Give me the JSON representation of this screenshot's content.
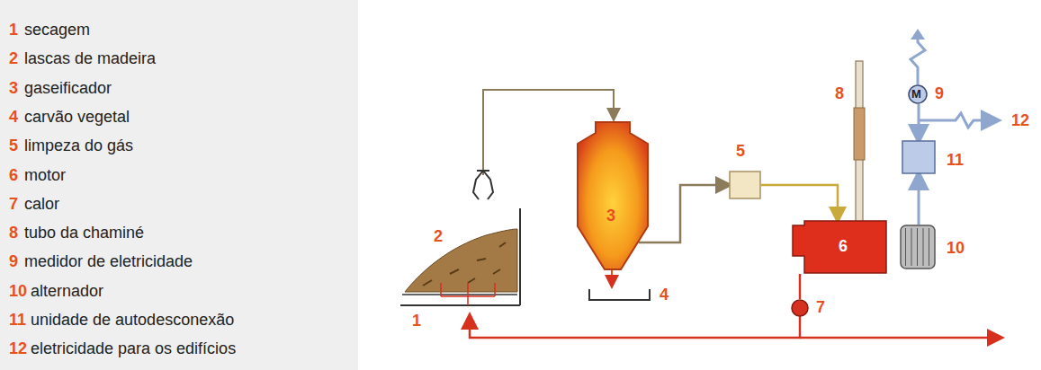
{
  "diagram": {
    "nodes": [
      {
        "text": [
          "3"
        ]
      },
      {
        "text": [
          "5"
        ]
      },
      {
        "text": [
          "6"
        ]
      },
      {
        "text": [
          "10"
        ]
      },
      {
        "text": [
          "11"
        ]
      },
      {
        "text": [
          "M",
          "9"
        ]
      },
      {
        "text": [
          "7"
        ]
      }
    ],
    "edges": [
      {
        "from": 0,
        "to": 1,
        "arrow": "to"
      },
      {
        "from": 1,
        "to": 2,
        "arrow": "to"
      },
      {
        "from": 2,
        "to": 6,
        "arrow": "none"
      },
      {
        "from": 3,
        "to": 4,
        "arrow": "to"
      },
      {
        "from": 5,
        "to": 4,
        "arrow": "to"
      }
    ],
    "labels": [
      "1",
      "secagem",
      "2",
      "lascas de madeira",
      "3",
      "gaseificador",
      "4",
      "carvão vegetal",
      "5",
      "limpeza do gás",
      "6",
      "motor",
      "7",
      "calor",
      "8",
      "tubo da chaminé",
      "9",
      "medidor de eletricidade",
      "10",
      "alternador",
      "11",
      "unidade de autodesconexão",
      "12",
      "eletricidade para os edifícios",
      "1",
      "2",
      "4",
      "8",
      "12"
    ]
  }
}
